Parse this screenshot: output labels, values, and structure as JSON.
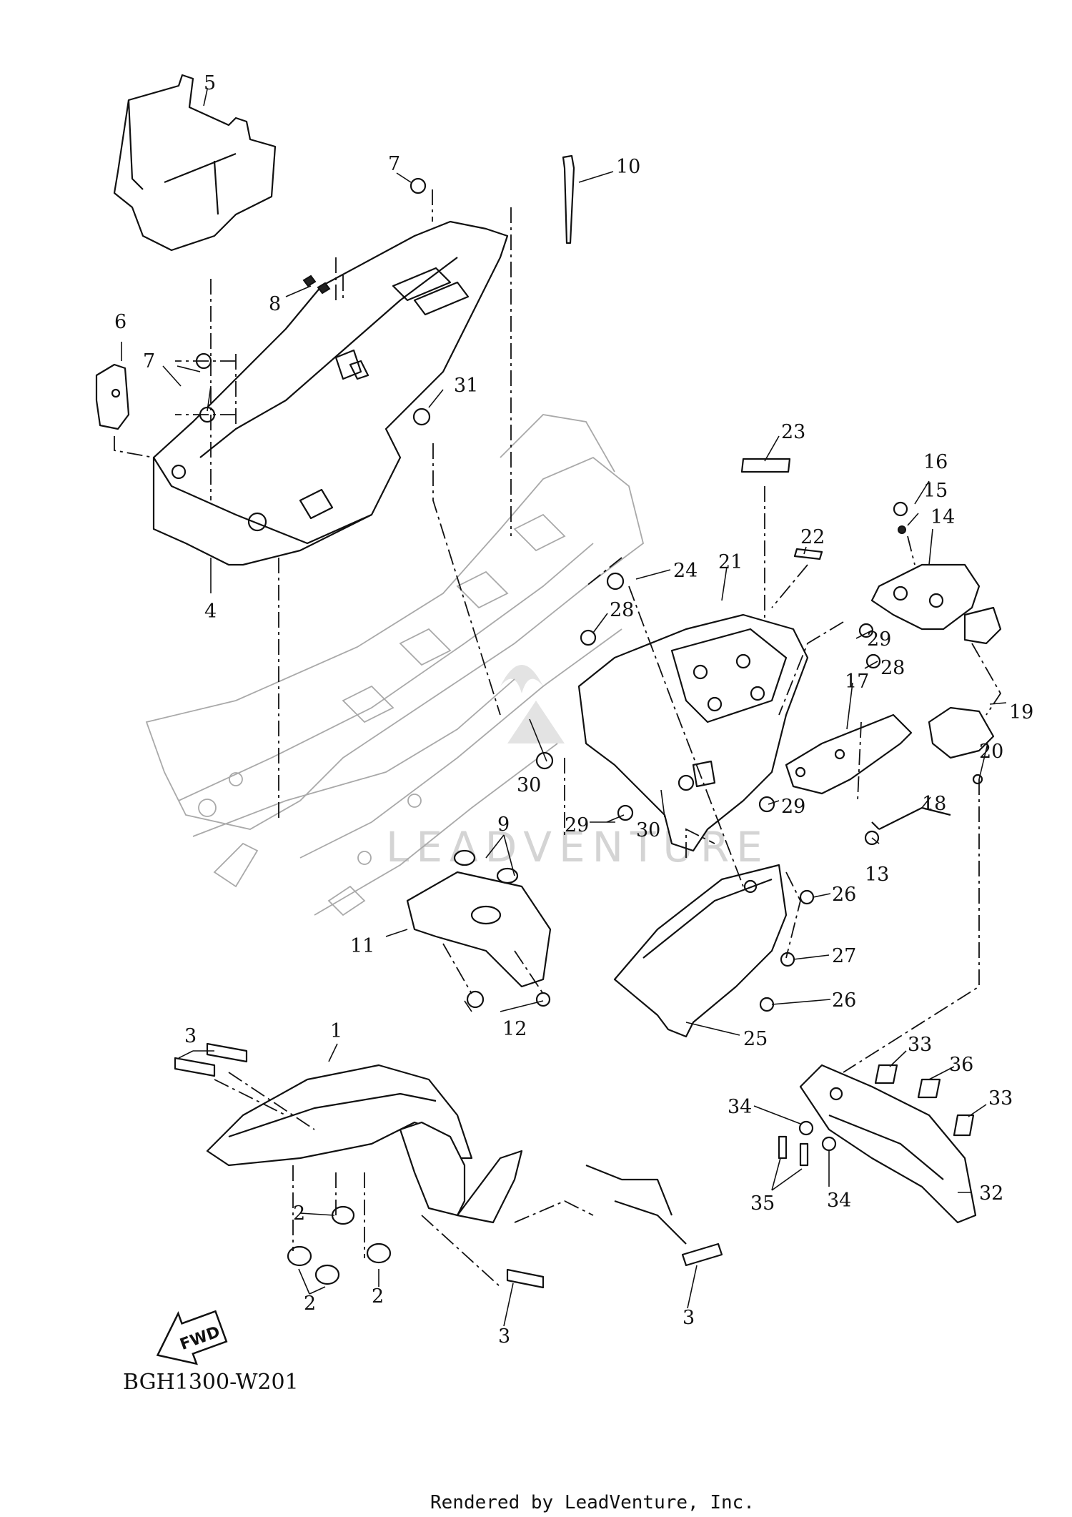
{
  "diagram": {
    "code": "BGH1300-W201",
    "direction_badge": "FWD",
    "watermark": "LEADVENTURE",
    "footer": "Rendered by LeadVenture, Inc."
  },
  "callouts": [
    {
      "id": "c1",
      "label": "1"
    },
    {
      "id": "c2a",
      "label": "2"
    },
    {
      "id": "c2b",
      "label": "2"
    },
    {
      "id": "c2c",
      "label": "2"
    },
    {
      "id": "c3a",
      "label": "3"
    },
    {
      "id": "c3b",
      "label": "3"
    },
    {
      "id": "c3c",
      "label": "3"
    },
    {
      "id": "c4",
      "label": "4"
    },
    {
      "id": "c5",
      "label": "5"
    },
    {
      "id": "c6",
      "label": "6"
    },
    {
      "id": "c7a",
      "label": "7"
    },
    {
      "id": "c7b",
      "label": "7"
    },
    {
      "id": "c8",
      "label": "8"
    },
    {
      "id": "c9",
      "label": "9"
    },
    {
      "id": "c10",
      "label": "10"
    },
    {
      "id": "c11",
      "label": "11"
    },
    {
      "id": "c12",
      "label": "12"
    },
    {
      "id": "c13",
      "label": "13"
    },
    {
      "id": "c14",
      "label": "14"
    },
    {
      "id": "c15",
      "label": "15"
    },
    {
      "id": "c16",
      "label": "16"
    },
    {
      "id": "c17",
      "label": "17"
    },
    {
      "id": "c18",
      "label": "18"
    },
    {
      "id": "c19",
      "label": "19"
    },
    {
      "id": "c20",
      "label": "20"
    },
    {
      "id": "c21",
      "label": "21"
    },
    {
      "id": "c22",
      "label": "22"
    },
    {
      "id": "c23",
      "label": "23"
    },
    {
      "id": "c24",
      "label": "24"
    },
    {
      "id": "c25",
      "label": "25"
    },
    {
      "id": "c26a",
      "label": "26"
    },
    {
      "id": "c26b",
      "label": "26"
    },
    {
      "id": "c27",
      "label": "27"
    },
    {
      "id": "c28a",
      "label": "28"
    },
    {
      "id": "c28b",
      "label": "28"
    },
    {
      "id": "c29a",
      "label": "29"
    },
    {
      "id": "c29b",
      "label": "29"
    },
    {
      "id": "c29c",
      "label": "29"
    },
    {
      "id": "c30a",
      "label": "30"
    },
    {
      "id": "c30b",
      "label": "30"
    },
    {
      "id": "c31",
      "label": "31"
    },
    {
      "id": "c32",
      "label": "32"
    },
    {
      "id": "c33a",
      "label": "33"
    },
    {
      "id": "c33b",
      "label": "33"
    },
    {
      "id": "c34a",
      "label": "34"
    },
    {
      "id": "c34b",
      "label": "34"
    },
    {
      "id": "c35",
      "label": "35"
    },
    {
      "id": "c36",
      "label": "36"
    }
  ]
}
